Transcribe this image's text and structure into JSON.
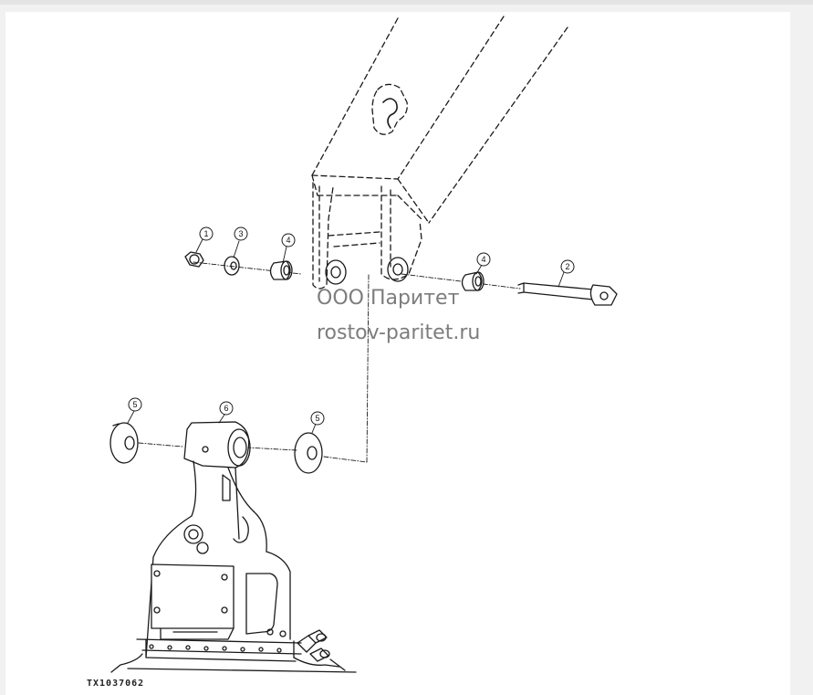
{
  "watermark": {
    "company": "ООО Паритет",
    "website": "rostov-paritet.ru"
  },
  "figure_id": "TX1037062",
  "callouts": [
    "1",
    "3",
    "4",
    "4",
    "2",
    "5",
    "6",
    "5"
  ],
  "colors": {
    "line": "#1a1a1a",
    "watermark": "#7d7d7d",
    "background": "#ffffff"
  }
}
